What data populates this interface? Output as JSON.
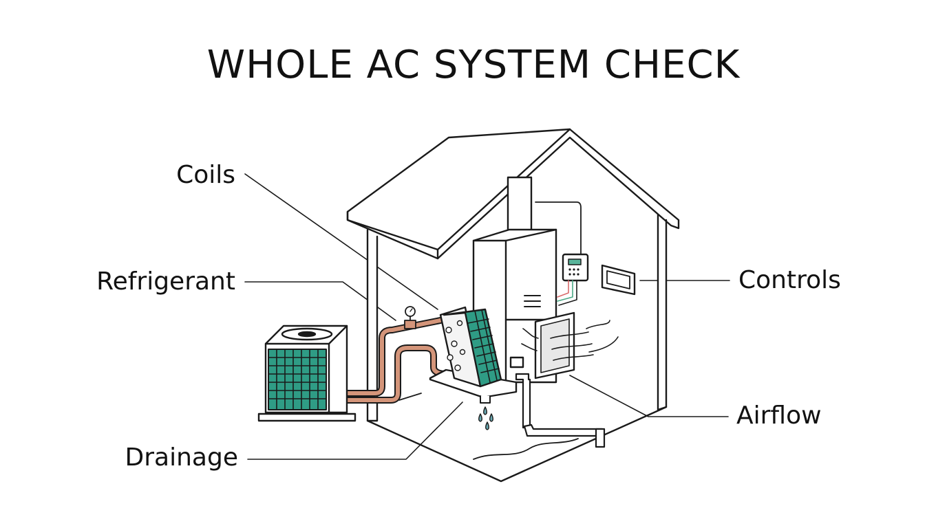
{
  "title": "WHOLE AC SYSTEM CHECK",
  "labels": {
    "coils": "Coils",
    "refrigerant": "Refrigerant",
    "drainage": "Drainage",
    "controls": "Controls",
    "airflow": "Airflow"
  },
  "colors": {
    "line": "#1a1a1a",
    "coil_teal": "#2f9c85",
    "pipe_copper": "#d4957a",
    "water_drop": "#6aaab4",
    "wire_red": "#d96b6b",
    "wire_green": "#4aa985",
    "display_green": "#59b49a",
    "background": "#ffffff"
  },
  "icons": [
    "house",
    "outdoor-condenser-unit",
    "indoor-evaporator-coil",
    "furnace",
    "thermostat",
    "control-panel",
    "air-filter",
    "drain-pipe",
    "water-drops",
    "pressure-gauge"
  ]
}
